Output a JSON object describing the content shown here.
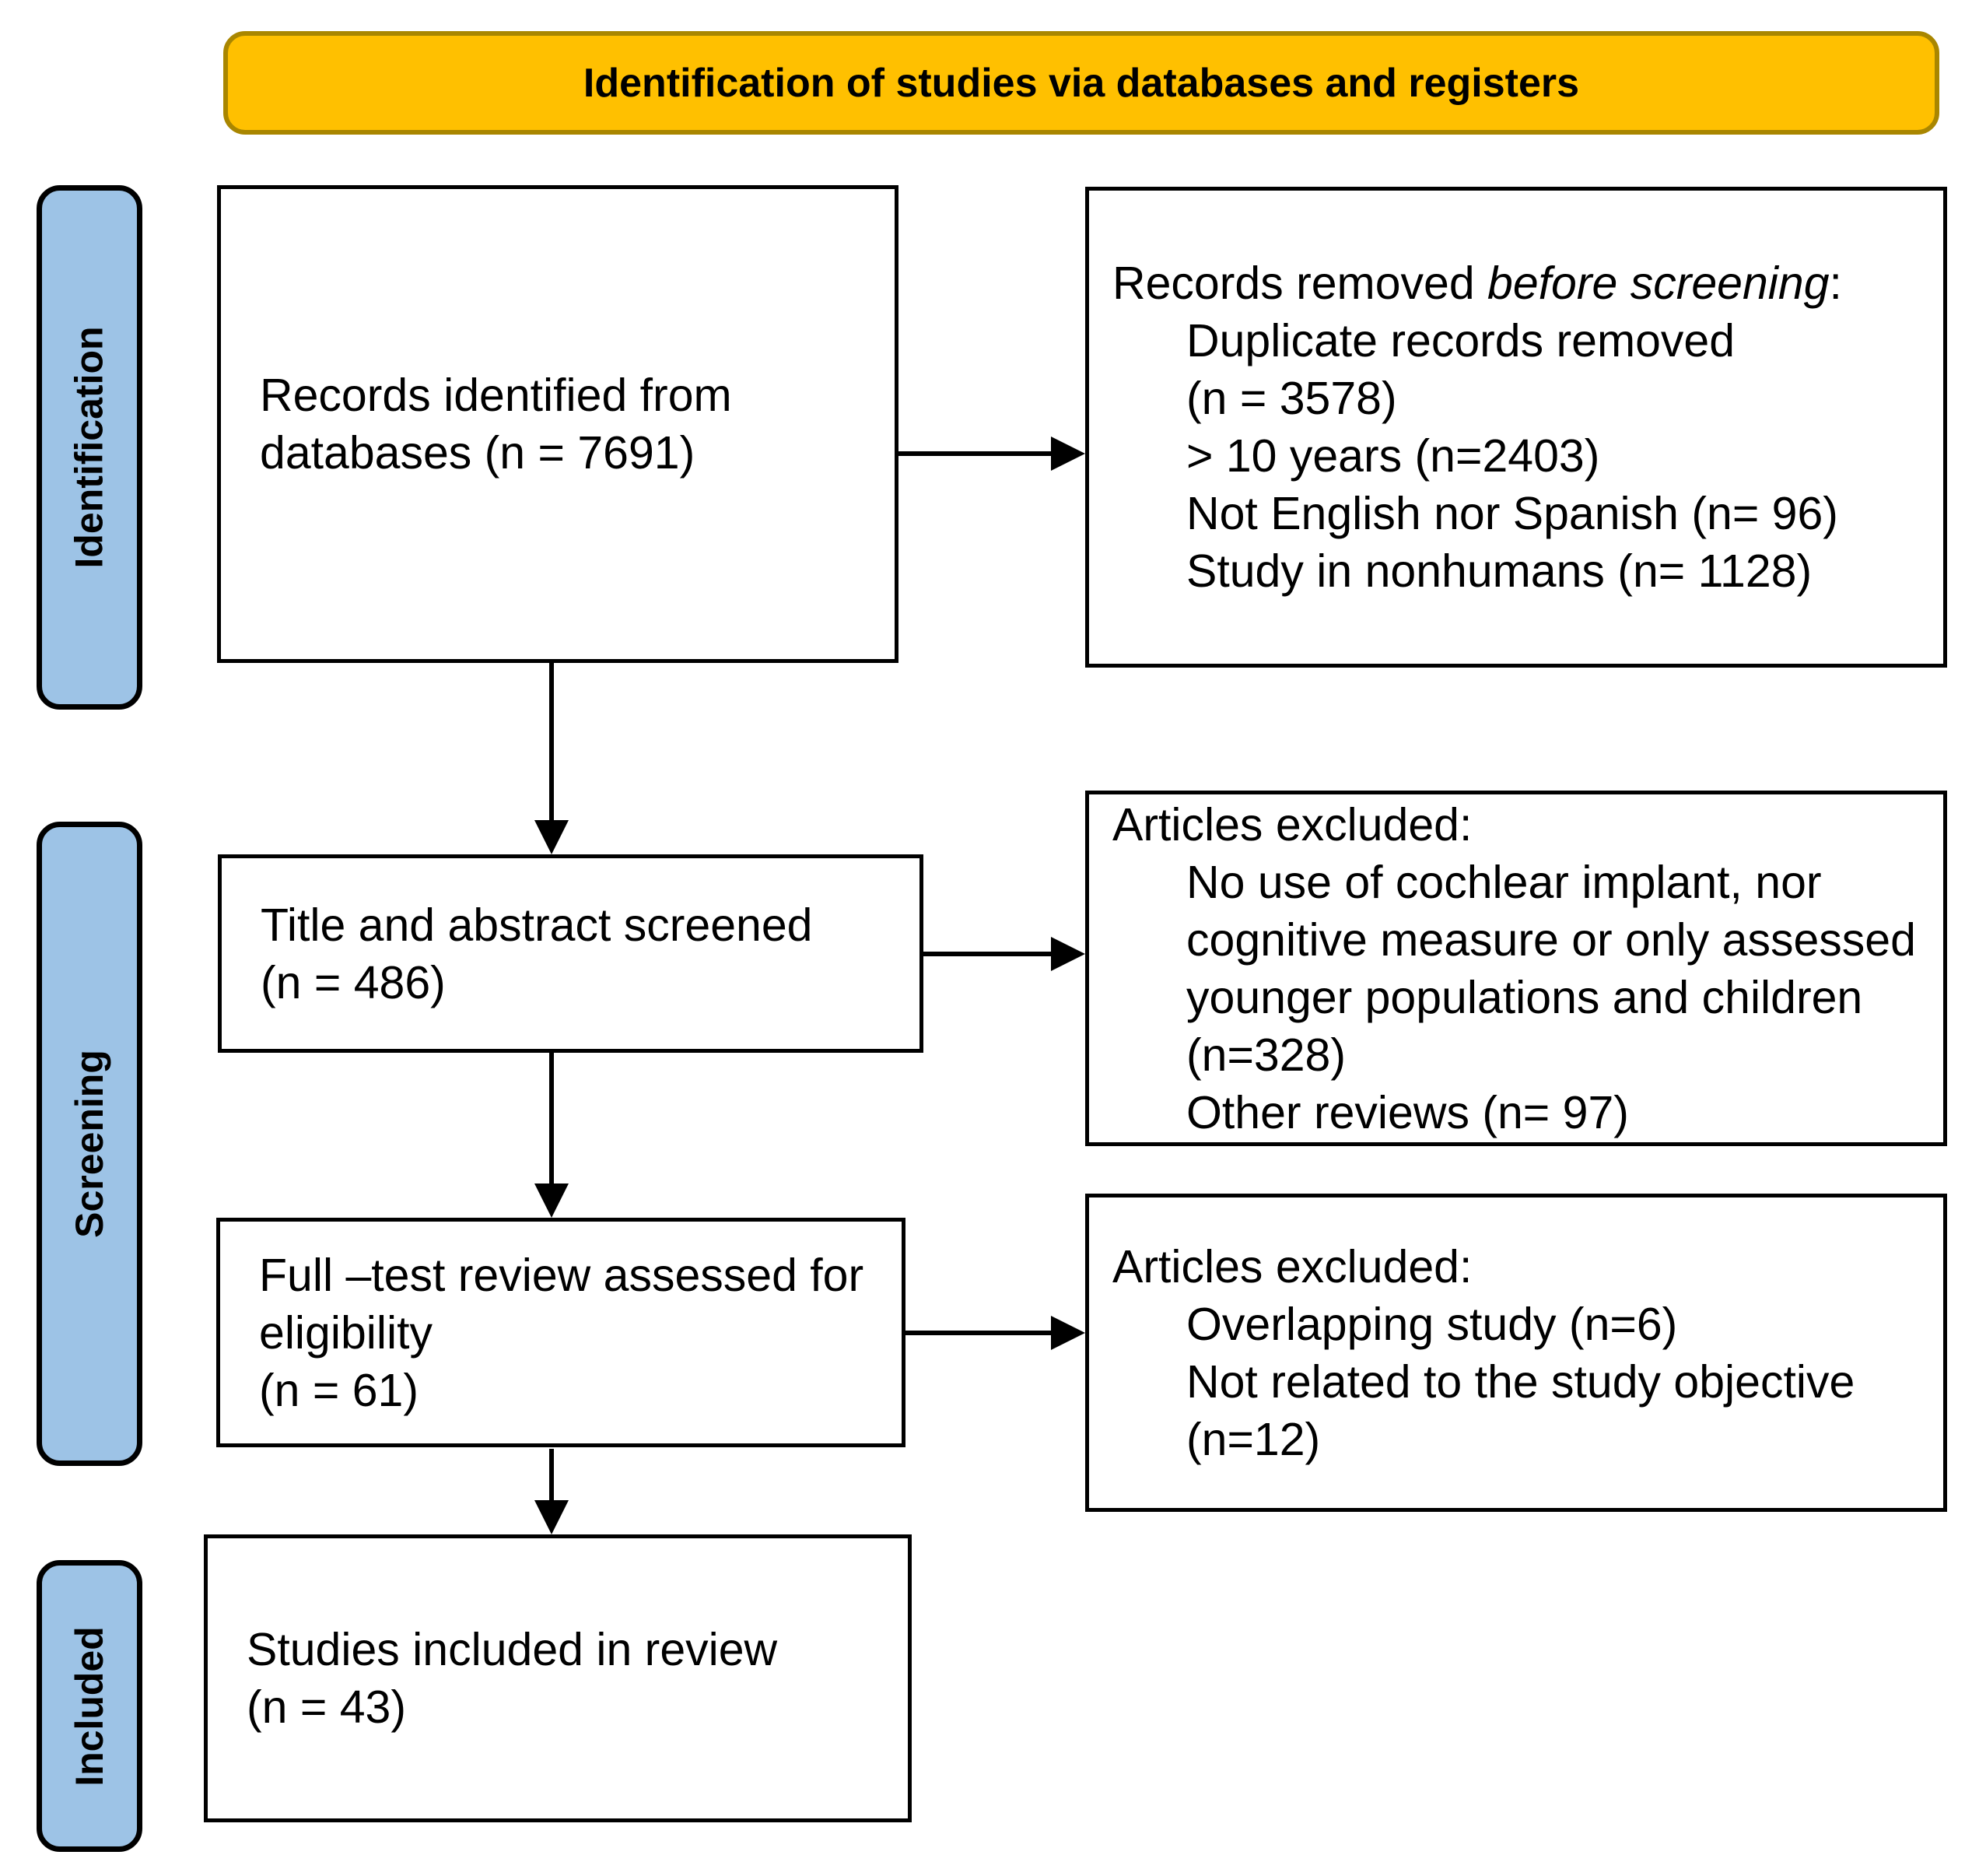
{
  "banner": {
    "title": "Identification of studies via databases and registers"
  },
  "stages": [
    {
      "label": "Identification"
    },
    {
      "label": "Screening"
    },
    {
      "label": "Included"
    }
  ],
  "boxes": {
    "records_identified": {
      "lines": [
        "Records identified from",
        "databases (n = 7691)"
      ]
    },
    "records_removed": {
      "heading_prefix": "Records removed ",
      "heading_italic": "before screening",
      "heading_suffix": ":",
      "items": [
        "Duplicate records removed",
        "(n = 3578)",
        "> 10 years (n=2403)",
        "Not English nor Spanish (n= 96)",
        "Study in nonhumans (n= 1128)"
      ]
    },
    "title_abstract_screened": {
      "lines": [
        "Title and abstract screened",
        "(n = 486)"
      ]
    },
    "articles_excluded_screening": {
      "heading": "Articles excluded:",
      "items": [
        "No use of cochlear implant, nor",
        "cognitive measure or only assessed",
        "younger populations and children",
        "(n=328)",
        "Other reviews (n= 97)"
      ]
    },
    "full_text_review": {
      "lines": [
        "Full –test review assessed for",
        "eligibility",
        "(n = 61)"
      ]
    },
    "articles_excluded_fulltext": {
      "heading": "Articles excluded:",
      "items": [
        "Overlapping study (n=6)",
        "Not related to the study objective",
        "(n=12)"
      ]
    },
    "studies_included": {
      "lines": [
        "Studies included in review",
        "(n = 43)"
      ]
    }
  },
  "colors": {
    "banner-fill": "#FFC000",
    "banner-border": "#A98600",
    "stage-fill": "#9DC3E6",
    "box-bg": "#FFFFFF",
    "line-color": "#000000",
    "text-color": "#000000"
  }
}
